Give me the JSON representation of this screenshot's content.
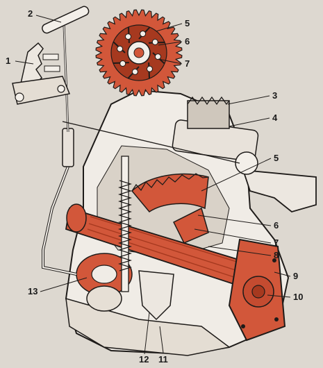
{
  "diagram": {
    "callouts": [
      "1",
      "2",
      "3",
      "4",
      "5",
      "5",
      "6",
      "6",
      "7",
      "7",
      "8",
      "9",
      "10",
      "11",
      "12",
      "13"
    ],
    "colors": {
      "background": "#ddd8d0",
      "housing_fill": "#f0ece6",
      "outline": "#1e1b19",
      "highlight": "#d2573a",
      "highlight_dark": "#a6391f"
    }
  }
}
